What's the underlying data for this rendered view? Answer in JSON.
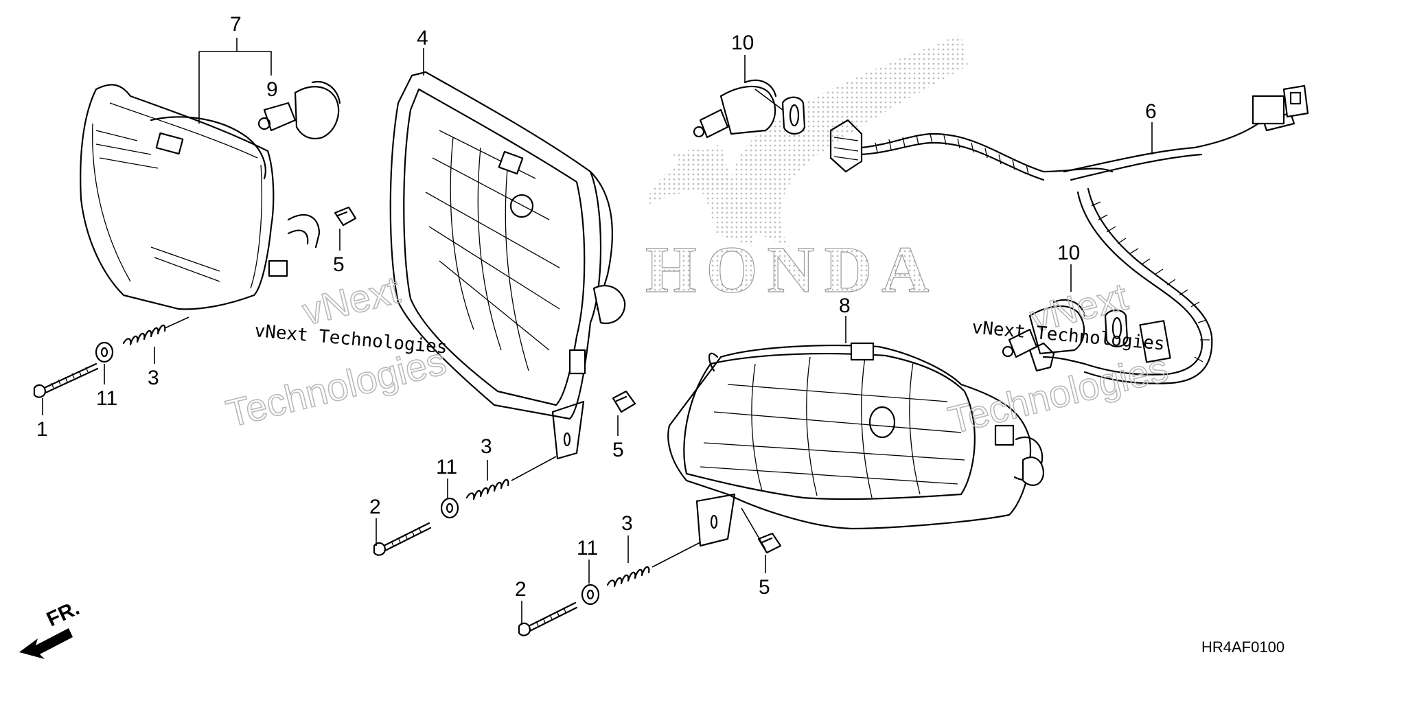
{
  "diagram": {
    "callouts": [
      "1",
      "2",
      "2",
      "3",
      "3",
      "3",
      "4",
      "5",
      "5",
      "5",
      "6",
      "7",
      "8",
      "9",
      "10",
      "10",
      "11",
      "11",
      "11"
    ],
    "front_marker": "FR.",
    "diagram_code": "HR4AF0100",
    "brand_logo_text": "HONDA",
    "watermarks": {
      "line_text": "vNext Technologies",
      "hollow_word_1": "vNext",
      "hollow_word_2": "Technologies"
    }
  }
}
